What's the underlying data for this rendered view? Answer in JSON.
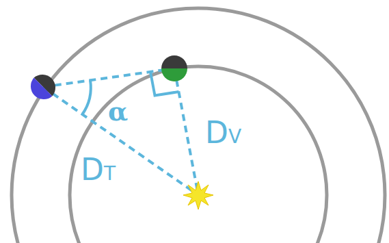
{
  "diagram": {
    "labels": [
      "α",
      "DV",
      "DT"
    ]
  }
}
